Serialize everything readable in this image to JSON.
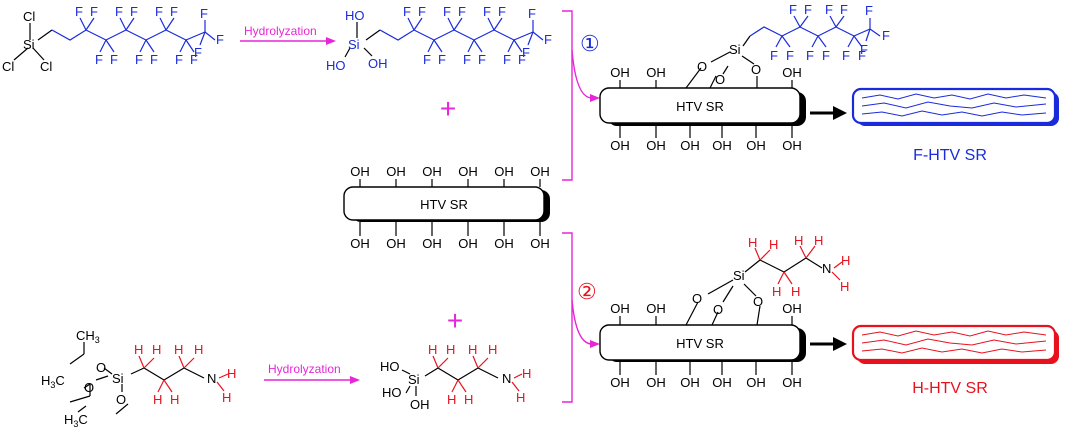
{
  "colors": {
    "fluoro": "#1a2bdc",
    "amine": "#e8121e",
    "arrow": "#e626d8",
    "bond": "#000000"
  },
  "reagents": {
    "fluoro_silane": {
      "cl": "Cl",
      "si": "Si",
      "f": "F"
    },
    "fluoro_silanol": {
      "ho": "HO",
      "oh": "OH",
      "si": "Si",
      "f": "F"
    },
    "amino_silane": {
      "ch3": "CH",
      "ch3_sub": "3",
      "h3c": "H",
      "h3c_sub": "3",
      "c": "C",
      "o": "O",
      "si": "Si",
      "h": "H",
      "n": "N"
    },
    "amino_silanol": {
      "ho": "HO",
      "oh": "OH",
      "si": "Si",
      "h": "H",
      "n": "N"
    }
  },
  "arrows": {
    "hydrolysis_top": "Hydrolyzation",
    "hydrolysis_bottom": "Hydrolyzation"
  },
  "plus_sign": "+",
  "substrate": {
    "label": "HTV SR",
    "oh": "OH",
    "oh_count_top": 6,
    "oh_count_bottom": 6
  },
  "routes": {
    "route1_marker": "①",
    "route2_marker": "②"
  },
  "modified": {
    "oxygen": "O",
    "si": "Si",
    "product1_label": "F-HTV SR",
    "product2_label": "H-HTV SR"
  }
}
